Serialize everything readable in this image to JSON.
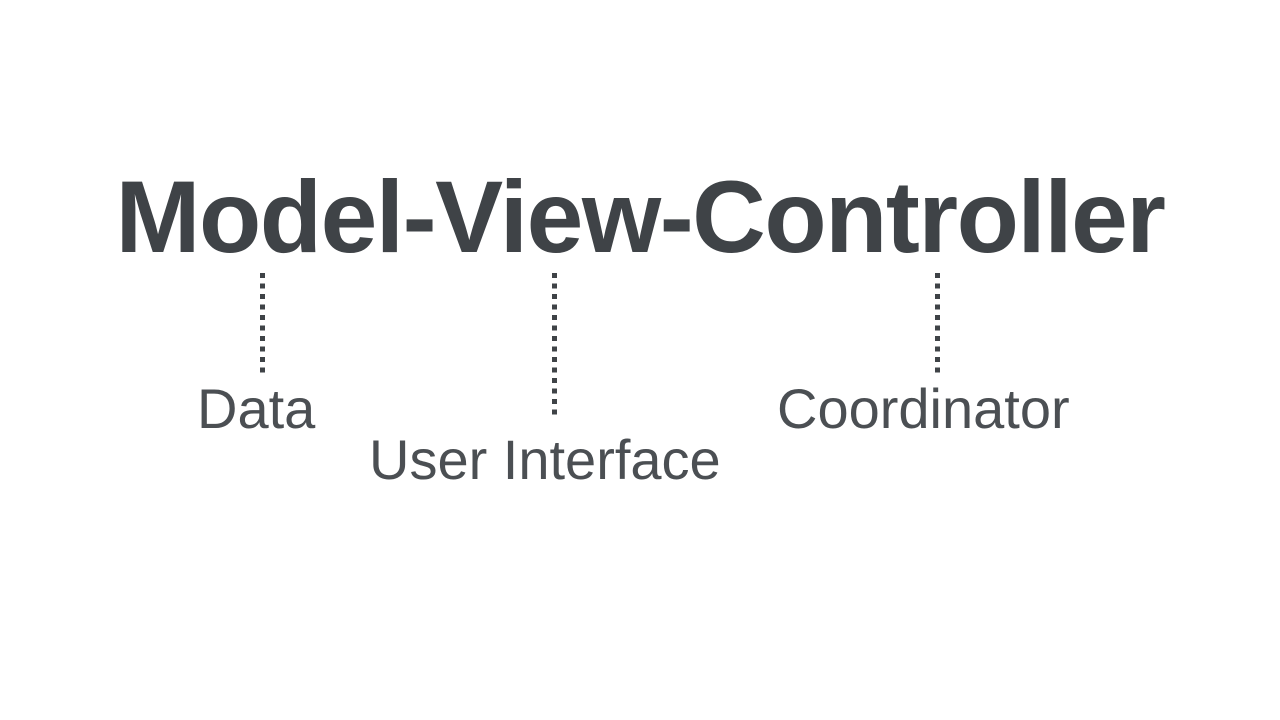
{
  "canvas": {
    "background": "#ffffff"
  },
  "diagram": {
    "title": "Model-View-Controller",
    "colors": {
      "background": "#ffffff",
      "title": "#3f4347",
      "label": "#4b4f53",
      "connector": "#3f4347"
    },
    "annotations": [
      {
        "target": "Model",
        "label": "Data",
        "connector": "dotted-vertical-line"
      },
      {
        "target": "View",
        "label": "User Interface",
        "connector": "dotted-vertical-line"
      },
      {
        "target": "Controller",
        "label": "Coordinator",
        "connector": "dotted-vertical-line"
      }
    ]
  }
}
